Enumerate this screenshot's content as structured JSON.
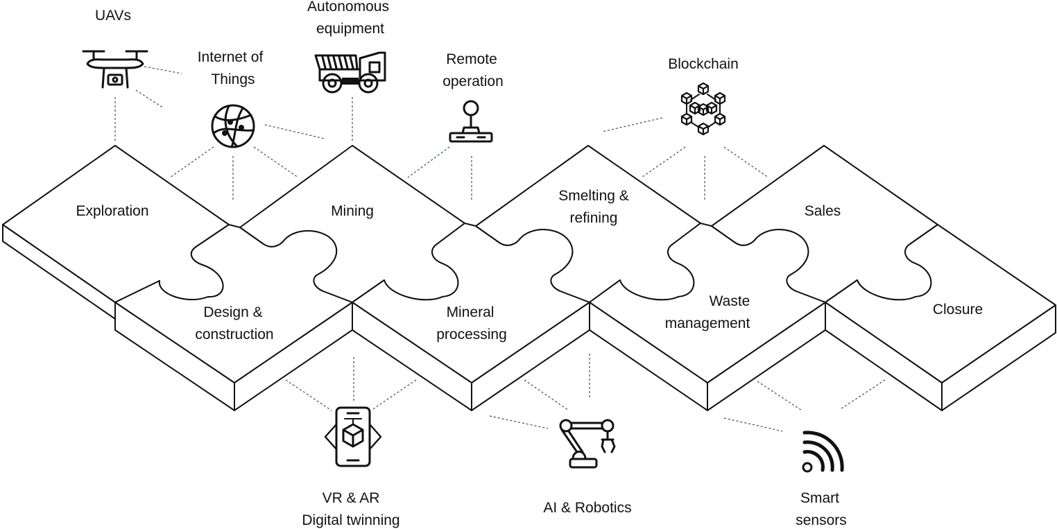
{
  "stages": {
    "exploration": [
      "Exploration"
    ],
    "design": [
      "Design &",
      "construction"
    ],
    "mining": [
      "Mining"
    ],
    "mineral": [
      "Mineral",
      "processing"
    ],
    "smelting": [
      "Smelting &",
      "refining"
    ],
    "waste": [
      "Waste",
      "management"
    ],
    "sales": [
      "Sales"
    ],
    "closure": [
      "Closure"
    ]
  },
  "technologies": {
    "uavs": [
      "UAVs"
    ],
    "iot": [
      "Internet of",
      "Things"
    ],
    "autonomous": [
      "Autonomous",
      "equipment"
    ],
    "remote": [
      "Remote",
      "operation"
    ],
    "blockchain": [
      "Blockchain"
    ],
    "vrar": [
      "VR & AR",
      "Digital twinning"
    ],
    "ai": [
      "AI & Robotics"
    ],
    "sensors": [
      "Smart",
      "sensors"
    ]
  },
  "icons": {
    "uavs": "drone-icon",
    "iot": "globe-network-icon",
    "autonomous": "dump-truck-icon",
    "remote": "joystick-icon",
    "blockchain": "blockchain-cubes-icon",
    "vrar": "ar-phone-icon",
    "ai": "robotic-arm-icon",
    "sensors": "wireless-signal-icon"
  },
  "colors": {
    "connector": "#2d4f7a",
    "outline": "#111111"
  }
}
